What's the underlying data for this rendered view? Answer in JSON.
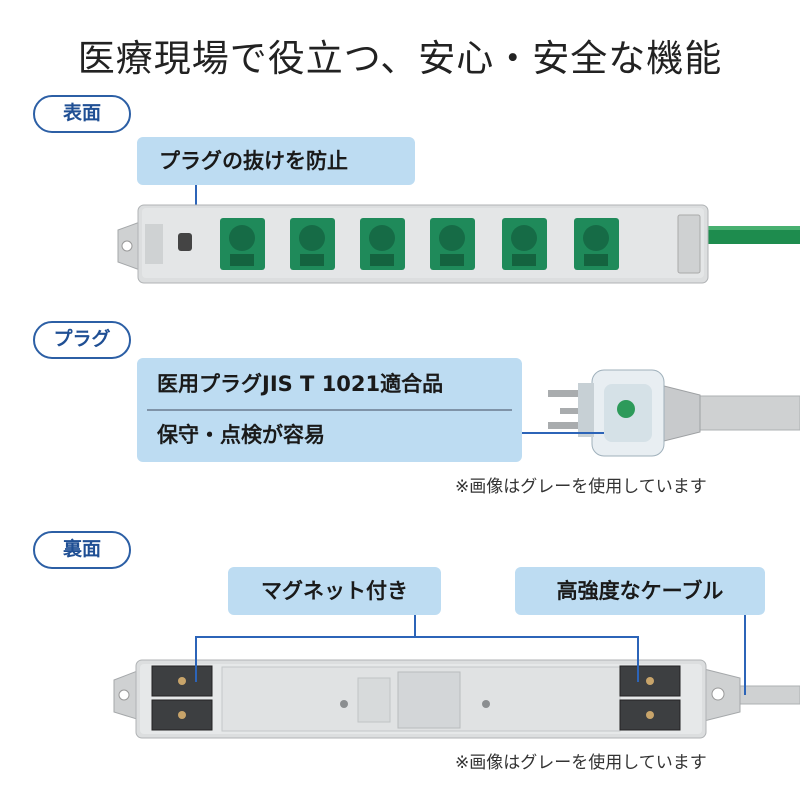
{
  "title": "医療現場で役立つ、安心・安全な機能",
  "sections": {
    "front": {
      "label": "表面",
      "callout": "プラグの抜けを防止"
    },
    "plug": {
      "label": "プラグ",
      "callout_line1": "医用プラグJIS T 1021適合品",
      "callout_line2": "保守・点検が容易",
      "note": "※画像はグレーを使用しています"
    },
    "back": {
      "label": "裏面",
      "callout_left": "マグネット付き",
      "callout_right": "高強度なケーブル",
      "note": "※画像はグレーを使用しています"
    }
  },
  "colors": {
    "accent": "#2c5fa5",
    "callout_bg": "#bddcf2",
    "outlet_green": "#1f8a5a",
    "body_gray": "#d9dbdc",
    "cord_green": "#1e8c4e"
  }
}
